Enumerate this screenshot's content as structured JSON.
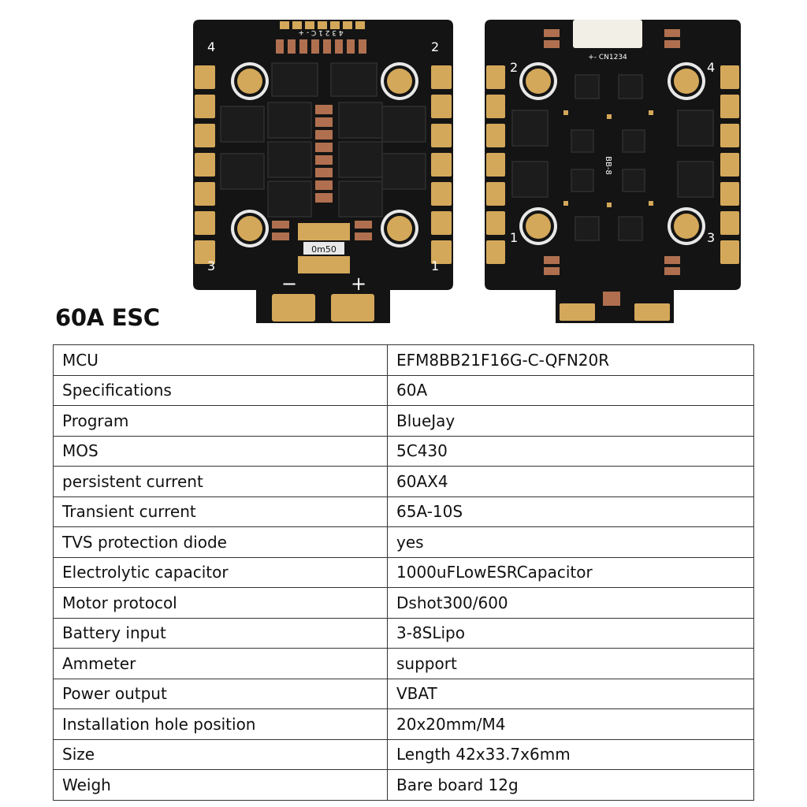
{
  "front_board": {
    "corner_labels": [
      "4",
      "2",
      "3",
      "1"
    ],
    "header_pins": "4 3 2 1 C - +",
    "shunt_text": "0m50",
    "power_labels": [
      "−",
      "+"
    ]
  },
  "back_board": {
    "corner_labels": [
      "2",
      "4",
      "1",
      "3"
    ],
    "connector_label": "+- CN1234",
    "chip_label": "BB-8"
  },
  "title": "60A ESC",
  "spec_table": [
    {
      "key": "MCU",
      "value": "EFM8BB21F16G-C-QFN20R"
    },
    {
      "key": "Specifications",
      "value": "60A"
    },
    {
      "key": "Program",
      "value": "BlueJay"
    },
    {
      "key": "MOS",
      "value": "5C430"
    },
    {
      "key": "persistent current",
      "value": "60AX4"
    },
    {
      "key": "Transient current",
      "value": "65A-10S"
    },
    {
      "key": "TVS protection diode",
      "value": "yes"
    },
    {
      "key": "Electrolytic capacitor",
      "value": "1000uFLowESRCapacitor"
    },
    {
      "key": "Motor protocol",
      "value": "Dshot300/600"
    },
    {
      "key": "Battery input",
      "value": "3-8SLipo"
    },
    {
      "key": "Ammeter",
      "value": "support"
    },
    {
      "key": "Power output",
      "value": "VBAT"
    },
    {
      "key": "Installation hole position",
      "value": "20x20mm/M4"
    },
    {
      "key": "Size",
      "value": "Length 42x33.7x6mm"
    },
    {
      "key": "Weigh",
      "value": "Bare board 12g"
    }
  ],
  "colors": {
    "pcb": "#141414",
    "gold_pad": "#d4a85a",
    "copper_cap": "#b07050",
    "mosfet": "#1c1c1c",
    "hole_ring": "#e8e8e8"
  }
}
